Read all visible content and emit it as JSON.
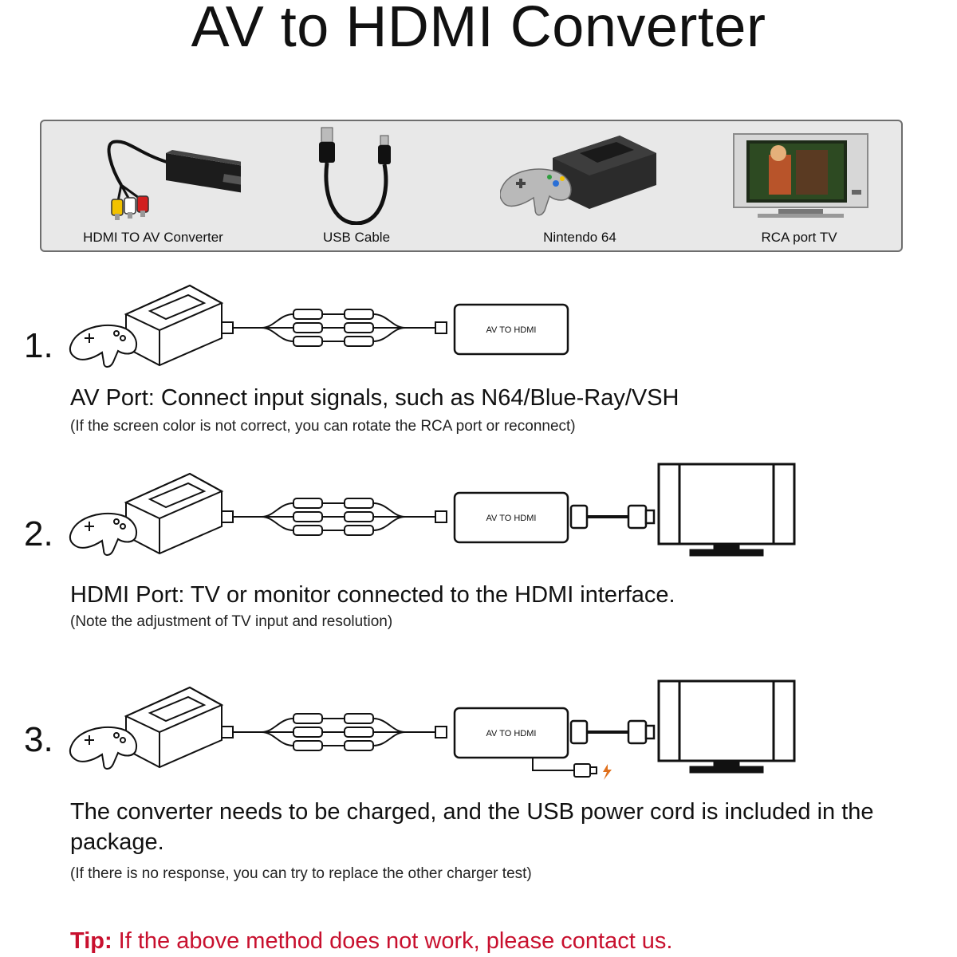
{
  "page": {
    "title": "AV to HDMI Converter"
  },
  "components": [
    {
      "label": "HDMI TO AV Converter",
      "icon": "converter-cable-icon"
    },
    {
      "label": "USB Cable",
      "icon": "usb-cable-icon"
    },
    {
      "label": "Nintendo 64",
      "icon": "game-console-icon"
    },
    {
      "label": "RCA port TV",
      "icon": "crt-tv-icon"
    }
  ],
  "steps": [
    {
      "number": "1.",
      "box_label": "AV TO HDMI",
      "title": "AV Port: Connect input signals, such as N64/Blue-Ray/VSH",
      "note": "(If the screen color is not correct, you can rotate the RCA port or reconnect)"
    },
    {
      "number": "2.",
      "box_label": "AV TO HDMI",
      "title": "HDMI Port: TV or monitor connected to the HDMI interface.",
      "note": "(Note the adjustment of TV input and resolution)"
    },
    {
      "number": "3.",
      "box_label": "AV TO HDMI",
      "title_line1": "The converter needs to be charged, and the USB power cord is included in the",
      "title_line2": "package.",
      "note": "(If there is no response, you can try to replace the other charger test)"
    }
  ],
  "tip": {
    "label": "Tip:",
    "text": " If the above method does not work, please contact us."
  },
  "colors": {
    "tip_accent": "#c8102e",
    "panel_background": "#e8e8e8",
    "panel_border": "#6e6e6e",
    "lightning": "#e0701c"
  }
}
